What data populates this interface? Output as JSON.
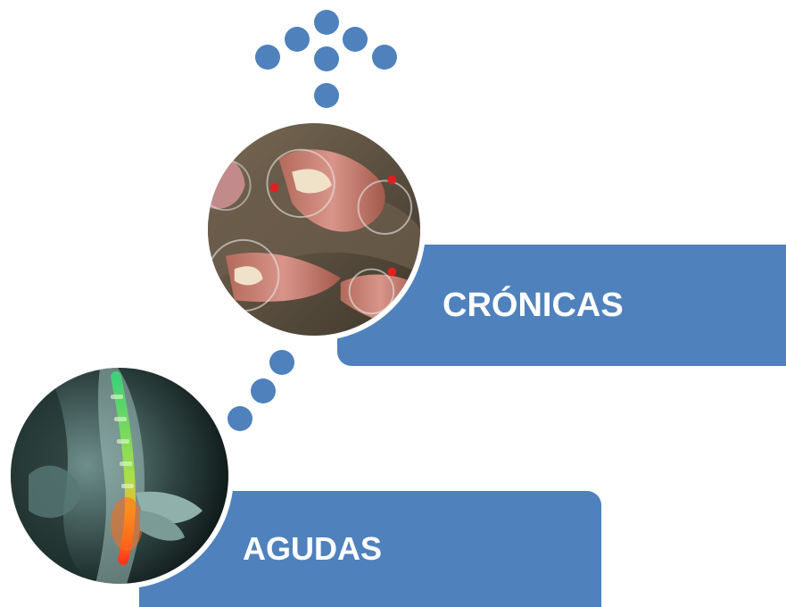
{
  "chart_data": {
    "type": "diagram",
    "items": [
      {
        "label": "CRÓNICAS"
      },
      {
        "label": "AGUDAS"
      }
    ]
  },
  "colors": {
    "accent": "#4f81bd",
    "text_on_accent": "#ffffff",
    "background": "#ffffff"
  },
  "images": [
    {
      "name": "muscle-anatomy-photo"
    },
    {
      "name": "spine-back-pain-photo"
    }
  ]
}
